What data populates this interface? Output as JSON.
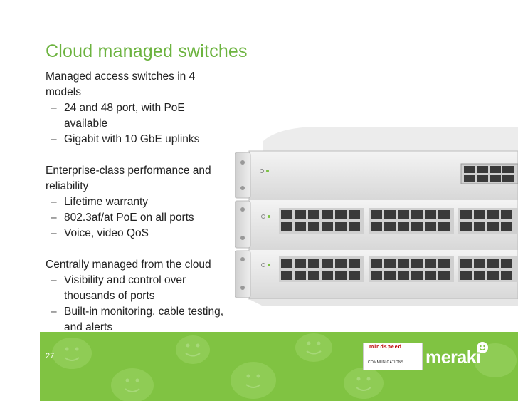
{
  "slide": {
    "title": "Cloud managed switches",
    "page_number": "27",
    "accent_color": "#6cb33f",
    "footer_color": "#80c342"
  },
  "sections": [
    {
      "heading": "Managed access switches in 4 models",
      "bullets": [
        "24 and 48 port, with PoE available",
        "Gigabit with 10 GbE uplinks"
      ]
    },
    {
      "heading": "Enterprise-class performance and reliability",
      "bullets": [
        "Lifetime warranty",
        "802.3af/at PoE on all ports",
        "Voice, video QoS"
      ]
    },
    {
      "heading": "Centrally managed from the cloud",
      "bullets": [
        "Visibility and control over thousands of ports",
        "Built-in monitoring, cable testing, and alerts"
      ]
    }
  ],
  "bullet_dash": "–",
  "logos": {
    "partner_top": "mindspeed",
    "partner_bottom": "COMMUNICATIONS",
    "brand": "meraki"
  },
  "icons": [
    "rack-switch-image",
    "smiley-bubble-pattern",
    "meraki-cloud-icon"
  ]
}
